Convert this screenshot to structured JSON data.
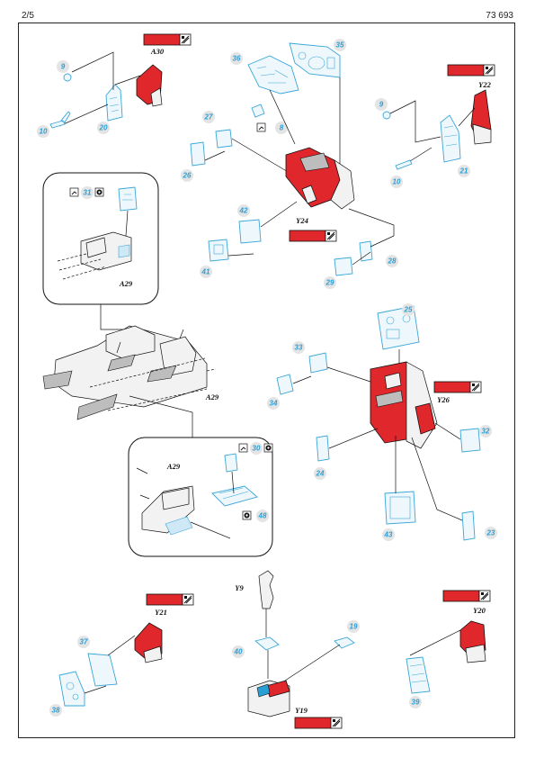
{
  "header": {
    "page": "2/5",
    "kit": "73 693"
  },
  "colors": {
    "cockpit_red": "#e0272b",
    "photo_etch": "#3aa6d8",
    "callout_grey": "#e4e4e4",
    "line": "#111111"
  },
  "parts": {
    "p9a": "9",
    "p10a": "10",
    "p20": "20",
    "p36": "36",
    "p35": "35",
    "p8": "8",
    "p27": "27",
    "p26": "26",
    "p42": "42",
    "p41": "41",
    "p29": "29",
    "p28": "28",
    "p9b": "9",
    "p10b": "10",
    "p21": "21",
    "p25": "25",
    "p33": "33",
    "p34": "34",
    "p24": "24",
    "p43": "43",
    "p32": "32",
    "p23": "23",
    "p31": "31",
    "p30": "30",
    "p48": "48",
    "p37": "37",
    "p38": "38",
    "p40": "40",
    "p19": "19",
    "p39": "39"
  },
  "labels": {
    "a30": "A30",
    "y22": "Y22",
    "y24": "Y24",
    "a29_inset_top": "A29",
    "a29_main": "A29",
    "a29_inset_bottom": "A29",
    "y26": "Y26",
    "y21": "Y21",
    "y9": "Y9",
    "y19": "Y19",
    "y20": "Y20"
  },
  "paint_chips": [
    "A30",
    "Y22",
    "Y24",
    "Y26",
    "Y21",
    "Y19",
    "Y20"
  ],
  "icons": [
    "bend-icon",
    "glue-icon",
    "dot-icon"
  ]
}
